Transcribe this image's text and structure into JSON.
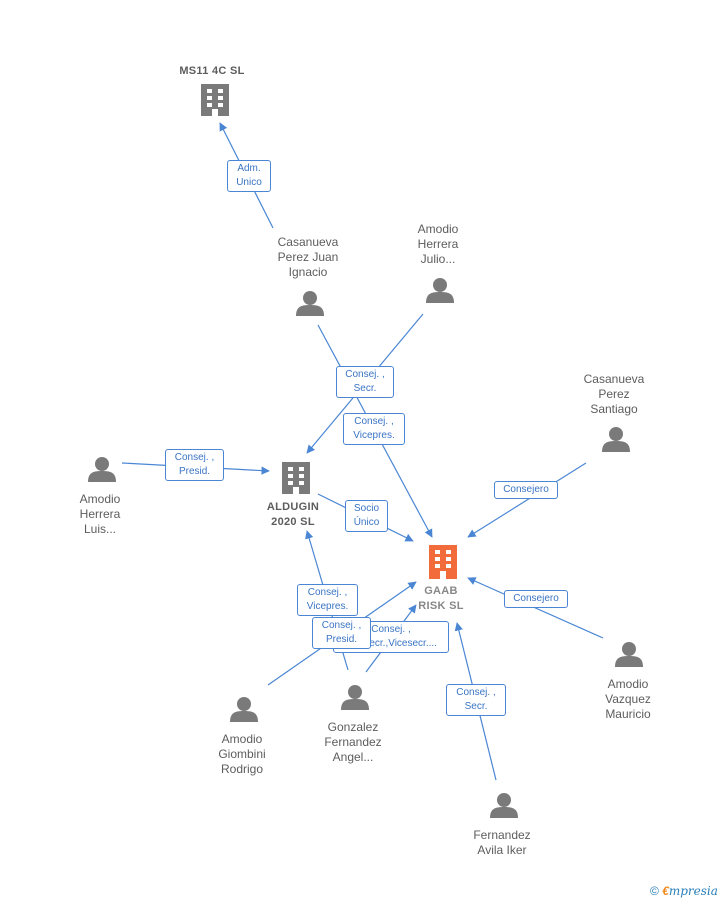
{
  "nodes": {
    "ms11": {
      "label": "MS11 4C  SL",
      "type": "company"
    },
    "aldugin": {
      "label": "ALDUGIN\n2020  SL",
      "type": "company"
    },
    "gaab": {
      "label": "GAAB\nRISK  SL",
      "type": "company-main"
    },
    "casanueva_juan": {
      "label": "Casanueva\nPerez Juan\nIgnacio",
      "type": "person"
    },
    "amodio_julio": {
      "label": "Amodio\nHerrera\nJulio...",
      "type": "person"
    },
    "casanueva_santiago": {
      "label": "Casanueva\nPerez\nSantiago",
      "type": "person"
    },
    "amodio_luis": {
      "label": "Amodio\nHerrera\nLuis...",
      "type": "person"
    },
    "amodio_mauricio": {
      "label": "Amodio\nVazquez\nMauricio",
      "type": "person"
    },
    "amodio_rodrigo": {
      "label": "Amodio\nGiombini\nRodrigo",
      "type": "person"
    },
    "gonzalez_angel": {
      "label": "Gonzalez\nFernandez\nAngel...",
      "type": "person"
    },
    "fernandez_iker": {
      "label": "Fernandez\nAvila Iker",
      "type": "person"
    }
  },
  "edges": {
    "e1": "Adm.\nUnico",
    "e2": "Consej. ,\nSecr.",
    "e3": "Consej. ,\nVicepres.",
    "e4": "Consej. ,\nPresid.",
    "e5": "Socio\nÚnico",
    "e6": "Consejero",
    "e7": "Consejero",
    "e8": "Consej. ,\nVicepres.",
    "e9": "Consej. ,\nVicesecr.,Vicesecr....",
    "e10": "Consej. ,\nPresid.",
    "e11": "Consej. ,\nSecr."
  },
  "colors": {
    "edge": "#4a86d4",
    "node_gray": "#7a7a7a",
    "main_company": "#f26b3a"
  },
  "brand": {
    "copyright": "©",
    "e": "€",
    "rest": "mpresia"
  }
}
